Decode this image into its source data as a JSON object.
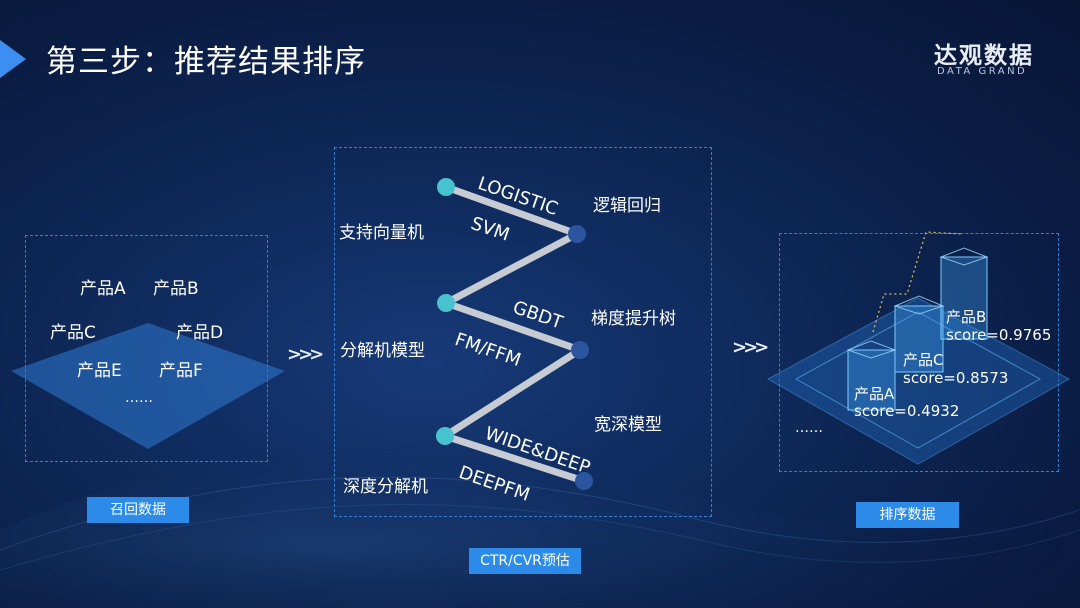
{
  "header": {
    "title": "第三步：推荐结果排序",
    "logo_cn": "达观数据",
    "logo_en": "DATA GRAND"
  },
  "recall": {
    "items": [
      "产品A",
      "产品B",
      "产品C",
      "产品D",
      "产品E",
      "产品F"
    ],
    "more": "……",
    "label": "召回数据"
  },
  "models": {
    "left_labels": [
      "支持向量机",
      "分解机模型",
      "深度分解机"
    ],
    "right_labels": [
      "逻辑回归",
      "梯度提升树",
      "宽深模型"
    ],
    "line_labels": [
      "LOGISTIC",
      "SVM",
      "GBDT",
      "FM/FFM",
      "WIDE&DEEP",
      "DEEPFM"
    ],
    "label": "CTR/CVR预估"
  },
  "ranking": {
    "products": [
      {
        "name": "产品B",
        "score": "score=0.9765"
      },
      {
        "name": "产品C",
        "score": "score=0.8573"
      },
      {
        "name": "产品A",
        "score": "score=0.4932"
      }
    ],
    "more": "……",
    "label": "排序数据"
  },
  "arrows": ">>>",
  "colors": {
    "accent": "#2c8be8",
    "dashed_border": "#2f7fd6",
    "node_teal": "#47c3cf",
    "node_navy": "#2b559e",
    "line_gray": "#c7ccd4"
  }
}
